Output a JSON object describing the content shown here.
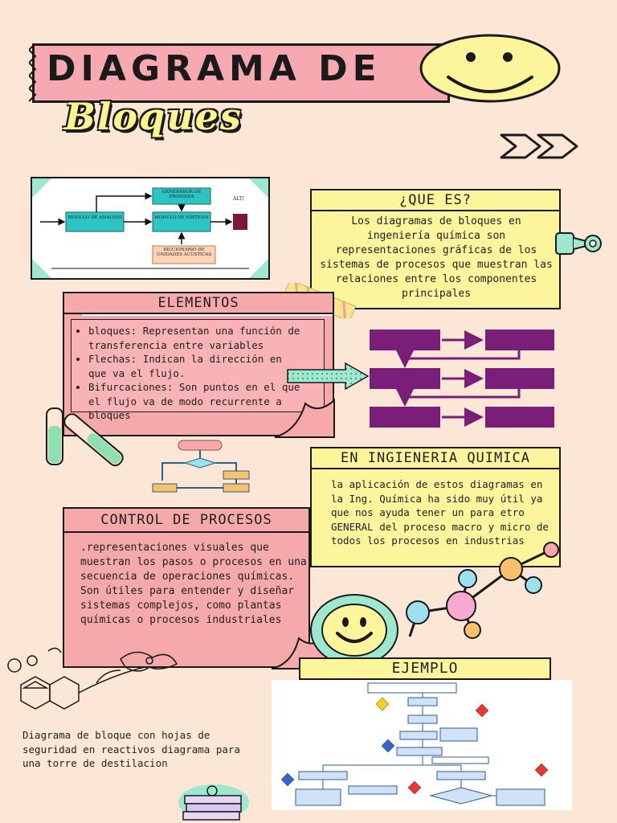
{
  "header": {
    "title": "DIAGRAMA DE",
    "subtitle": "Bloques"
  },
  "top_diagram": {
    "labels": [
      "GENERADOR DE PROSODIA",
      "MODULO DE ANALISIS",
      "MODULO DE SINTESIS",
      "DICCIONARIO DE UNIDADES ACÚSTICAS",
      "ALT/"
    ]
  },
  "que_es": {
    "title": "¿QUE ES?",
    "text": "Los diagramas de bloques en ingeniería química son representaciones gráficas de los sistemas de procesos que muestran las relaciones entre los componentes principales"
  },
  "elementos": {
    "title": "ELEMENTOS",
    "items": [
      "bloques: Representan una función de transferencia entre variables",
      "Flechas: Indican la dirección en que va el flujo.",
      "Bifurcaciones: Son puntos en el que el flujo va de modo recurrente a bloques"
    ]
  },
  "ingenieria": {
    "title": "EN INGIENERIA QUIMICA",
    "text": "la aplicación de estos diagramas en la Ing. Química ha sido muy útil ya que nos ayuda tener un para etro GENERAL del proceso macro y micro de todos los procesos en industrias"
  },
  "control": {
    "title": "CONTROL DE PROCESOS",
    "text": ".representaciones visuales que muestran los pasos o procesos en una secuencia de operaciones químicas. Son útiles para entender y diseñar sistemas complejos, como plantas químicas o procesos industriales"
  },
  "ejemplo": {
    "title": "EJEMPLO"
  },
  "caption": "Diagrama de bloque con hojas de seguridad en reactivos diagrama para una torre de destilacion",
  "colors": {
    "background": "#fce6d6",
    "pink": "#f6a9ab",
    "yellow": "#fdf59c",
    "purple": "#7b1e7a",
    "mint": "#9de8cf"
  }
}
